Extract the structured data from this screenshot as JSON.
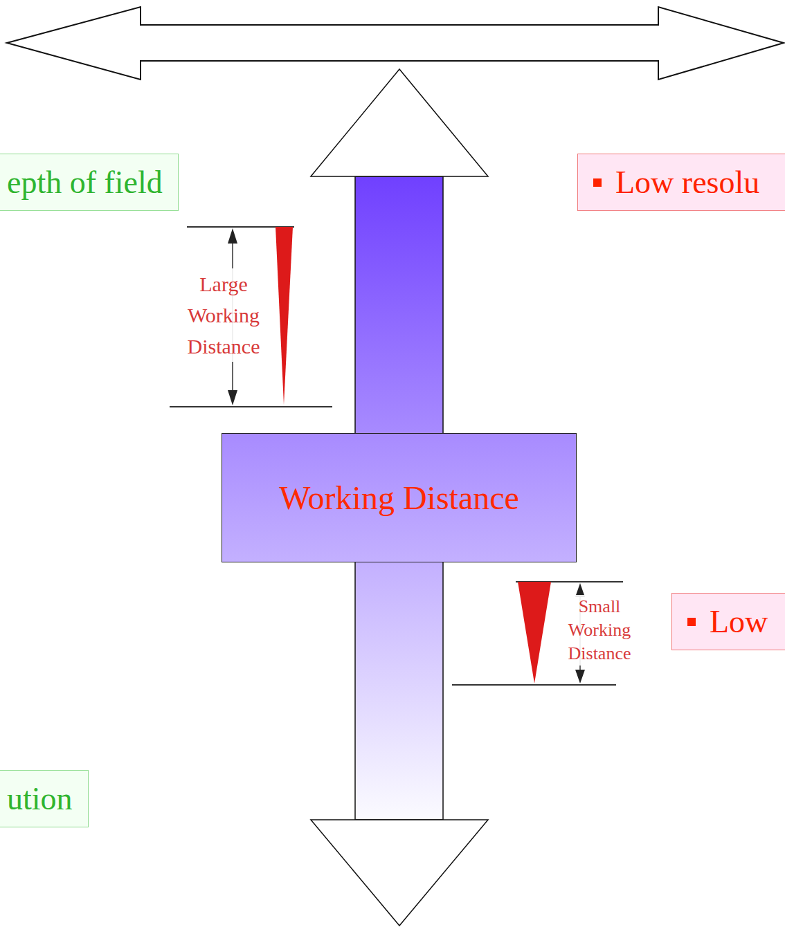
{
  "diagram": {
    "nodes": [
      {
        "text": [
          "epth of field"
        ]
      },
      {
        "text": [
          "Low resolu"
        ]
      },
      {
        "text": [
          "Working Distance"
        ]
      },
      {
        "text": [
          "Low"
        ]
      },
      {
        "text": [
          "ution"
        ]
      }
    ],
    "labels": [
      "Large Working Distance",
      "Small Working Distance"
    ]
  }
}
